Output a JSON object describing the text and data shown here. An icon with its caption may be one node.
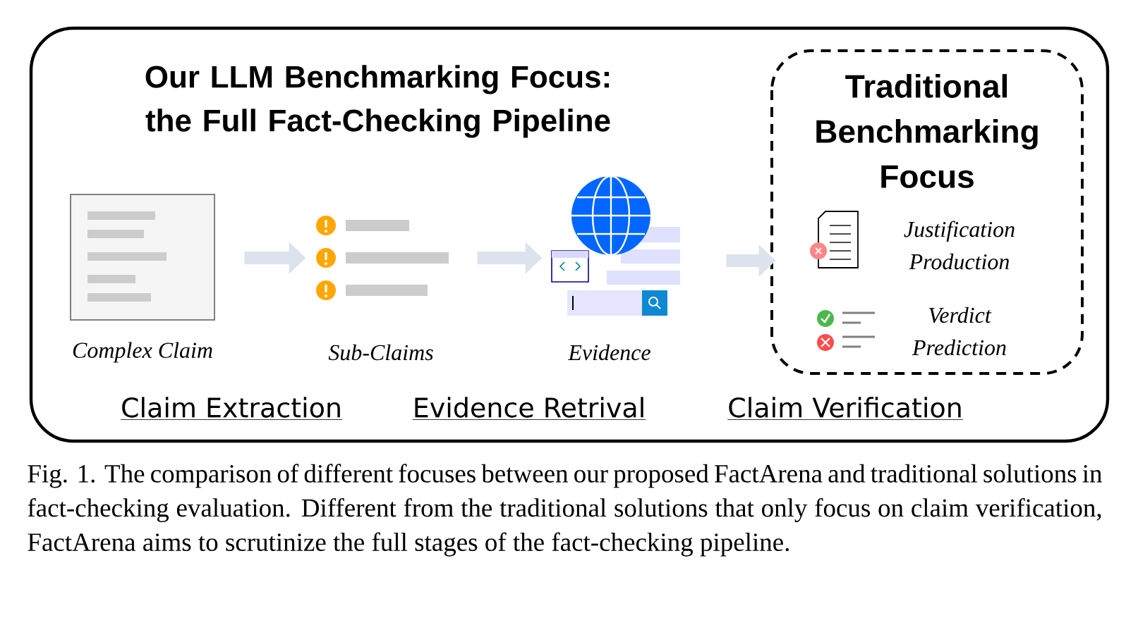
{
  "diagram": {
    "caption": "Fig. 1. The comparison of different focuses between our proposed FactArena and traditional solutions in fact-checking evaluation. Different from the traditional solutions that only focus on claim verification, FactArena aims to scrutinize the full stages of the fact-checking pipeline.",
    "nodes": [
      {
        "text": [
          "Our LLM Benchmarking Focus: the Full Fact-Checking Pipeline"
        ]
      },
      {
        "text": [
          "Traditional Benchmarking Focus"
        ],
        "in": 0
      },
      {
        "text": [],
        "shape": "picture",
        "beside": [
          "Complex Claim"
        ],
        "in": 0
      },
      {
        "text": [],
        "shape": "picture",
        "beside": [
          "Sub-Claims"
        ],
        "in": 0
      },
      {
        "text": [],
        "shape": "picture",
        "beside": [
          "Evidence"
        ],
        "in": 0
      }
    ],
    "edges": [
      {
        "from": 2,
        "to": 3,
        "arrow": "to"
      },
      {
        "from": 3,
        "to": 4,
        "arrow": "to"
      },
      {
        "from": 4,
        "to": 1,
        "arrow": "to"
      }
    ],
    "labels": [
      "Justification Production",
      "Verdict Prediction",
      "Claim Extraction",
      "Evidence Retrival",
      "Claim Verification"
    ]
  }
}
